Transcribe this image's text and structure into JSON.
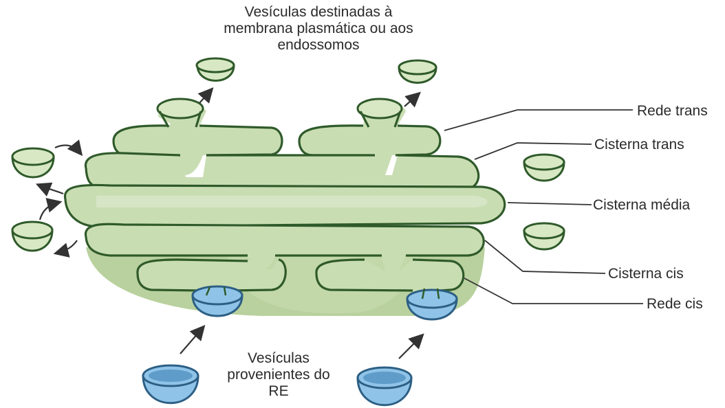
{
  "title_top": {
    "line1": "Vesículas destinadas à",
    "line2": "membrana plasmática ou aos",
    "line3": "endossomos"
  },
  "labels": {
    "rede_trans": "Rede trans",
    "cisterna_trans": "Cisterna trans",
    "cisterna_media": "Cisterna média",
    "cisterna_cis": "Cisterna cis",
    "rede_cis": "Rede cis"
  },
  "bottom_caption": {
    "line1": "Vesículas",
    "line2": "provenientes do",
    "line3": "RE"
  },
  "colors": {
    "cisterna": "#c9ddb3",
    "outline_green": "#2f5a2a",
    "vesicle_re": "#8fc4e8"
  }
}
